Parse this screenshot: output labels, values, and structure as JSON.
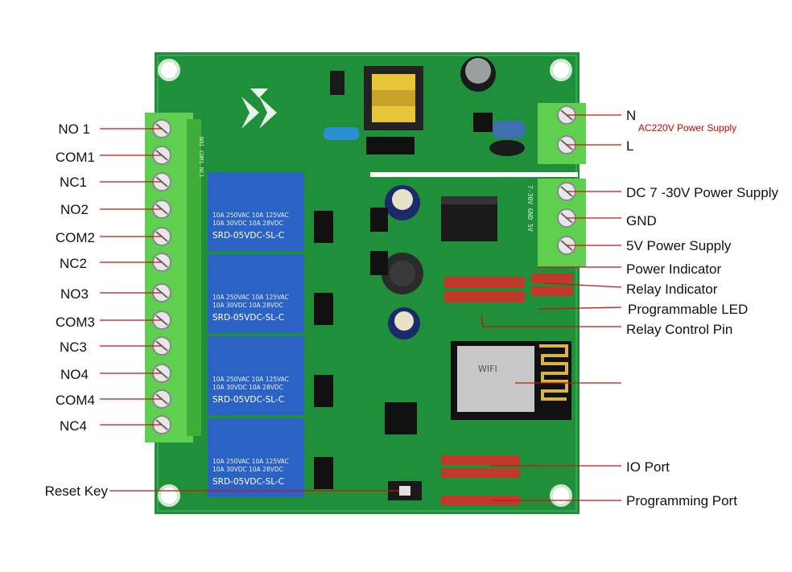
{
  "left_labels": [
    "NO 1",
    "COM1",
    "NC1",
    "NO2",
    "COM2",
    "NC2",
    "NO3",
    "COM3",
    "NC3",
    "NO4",
    "COM4",
    "NC4"
  ],
  "reset_key": "Reset Key",
  "right_labels": {
    "n": "N",
    "ac_supply": "AC220V Power Supply",
    "l": "L",
    "dc_supply": "DC 7 -30V Power Supply",
    "gnd": "GND",
    "v5_supply": "5V Power Supply",
    "power_indicator": "Power Indicator",
    "relay_indicator": "Relay Indicator",
    "programmable_led": "Programmable LED",
    "relay_control_pin": "Relay Control Pin",
    "io_port": "IO Port",
    "programming_port": "Programming  Port"
  },
  "relay_marking": {
    "model": "SRD-05VDC-SL-C",
    "rating1": "10A 250VAC 10A 125VAC",
    "rating2": "10A  30VDC 10A  28VDC"
  },
  "module_marking": "WIFI",
  "silkscreen": {
    "terminals": "NO1 COM1 NC1",
    "power_terminals": "7-30V GND 5V"
  },
  "colors": {
    "board": "#1f8f3a",
    "relay": "#2b63c4",
    "terminal": "#5fcf4f",
    "label_red": "#d40000",
    "leader_line": "#d01010"
  }
}
